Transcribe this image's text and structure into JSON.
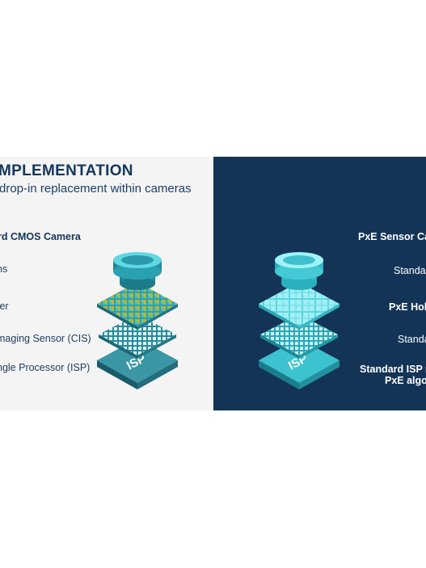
{
  "header": {
    "title": "MPLEMENTATION",
    "subtitle": "drop-in replacement within cameras"
  },
  "left_column": {
    "heading": "rd CMOS Camera",
    "layers": [
      "ns",
      "ter",
      "maging Sensor (CIS)",
      "ngle Processor (ISP)"
    ]
  },
  "right_column": {
    "heading": "PxE Sensor Ca",
    "layers": [
      "Standa",
      "PxE Hole",
      "Standa",
      "Standard ISP r",
      "PxE algo"
    ]
  },
  "chip_label": "ISP",
  "colors": {
    "navy": "#14365a",
    "panel_dark": "#133457",
    "panel_light": "#f4f4f4",
    "teal": "#3ec1cc",
    "cyan": "#7fe3ea"
  }
}
